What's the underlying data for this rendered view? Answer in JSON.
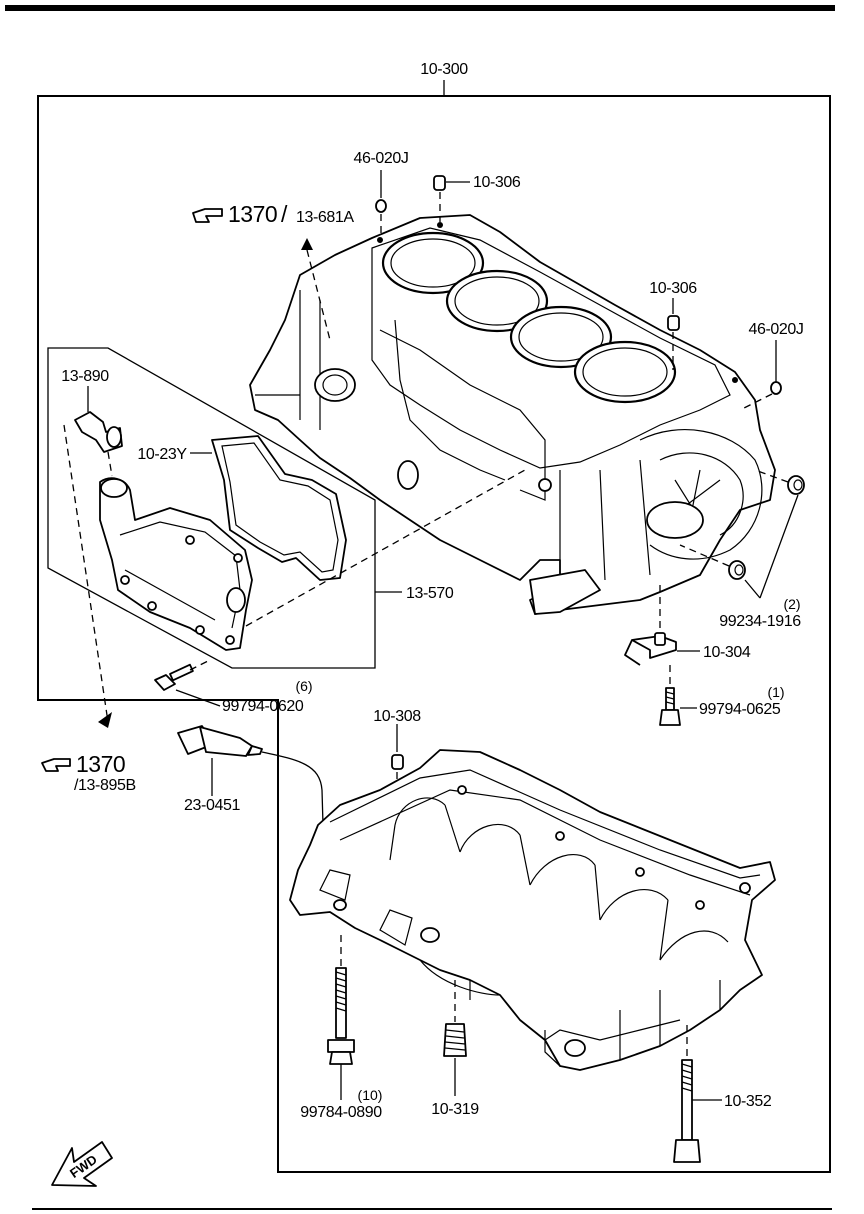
{
  "labels": {
    "top_assembly": "10-300",
    "dowel_top": "46-020J",
    "pin_top": "10-306",
    "ref_top_num": "1370",
    "ref_top_slash": "/",
    "ref_top_code": "13-681A",
    "pin_right": "10-306",
    "dowel_right": "46-020J",
    "breather_fitting": "13-890",
    "gasket": "10-23Y",
    "cover_assembly": "13-570",
    "plug_right": "99234-1916",
    "plug_right_qty": "(2)",
    "jet": "10-304",
    "jet_bolt": "99794-0625",
    "jet_bolt_qty": "(1)",
    "cover_bolt": "99794-0620",
    "cover_bolt_qty": "(6)",
    "ref_bottom_num": "1370",
    "ref_bottom_code": "/13-895B",
    "sealant": "23-0451",
    "pin_lower": "10-308",
    "main_bolt": "99784-0890",
    "main_bolt_qty": "(10)",
    "stud": "10-319",
    "long_bolt": "10-352",
    "fwd": "FWD"
  }
}
